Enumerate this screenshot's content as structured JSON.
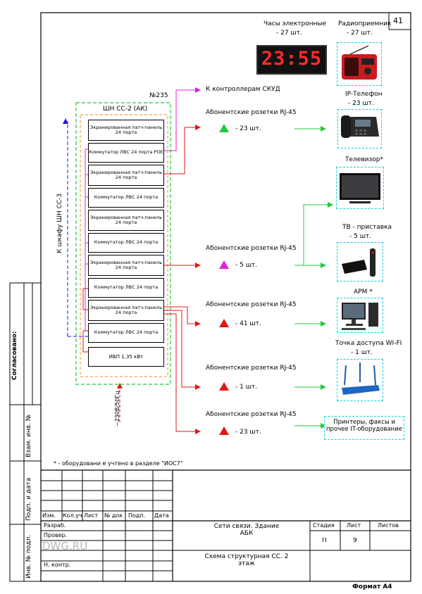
{
  "sheet": {
    "number": "41",
    "watermark": "DWG.RU",
    "format": "Формат А4"
  },
  "left_margin": {
    "agreed": "Согласовано:",
    "inv_rep": "Взам. инв. №",
    "sign_date": "Подп. и дата",
    "inv_orig": "Инв. № подл."
  },
  "cabinet": {
    "label": "ШН СС-2 (АК)",
    "number": "№235",
    "link": "К шкафу ШН СС-3",
    "power": "~230В/50Гц",
    "units": [
      "Экранированная патч-панель 24 порта",
      "Коммутатор ЛВС 24 порта POE",
      "Экранированная патч-панель 24 порта",
      "Коммутатор ЛВС 24 порта",
      "Экранированная патч-панель 24 порта",
      "Коммутатор ЛВС 24 порта",
      "Экранированная патч-панель 24 порта",
      "Коммутатор ЛВС 24 порта",
      "Экранированная патч-панель 24 порта",
      "Коммутатор ЛВС 24 порта",
      "ИБП 1,35 кВт"
    ]
  },
  "skud": "К контроллерам СКУД",
  "sockets": [
    {
      "label": "Абонентские розетки RJ-45",
      "count": "- 23 шт.",
      "color": "#22c83c"
    },
    {
      "label": "Абонентские розетки RJ-45",
      "count": "- 5 шт.",
      "color": "#e020e0"
    },
    {
      "label": "Абонентские розетки RJ-45",
      "count": "- 41 шт.",
      "color": "#e01818"
    },
    {
      "label": "Абонентские розетки RJ-45",
      "count": "- 1 шт.",
      "color": "#e01818"
    },
    {
      "label": "Абонентские розетки RJ-45",
      "count": "- 23 шт.",
      "color": "#e01818"
    }
  ],
  "devices": {
    "clock": {
      "title": "Часы электронные",
      "count": "- 27 шт.",
      "display": "23:55",
      "icon": "digital-clock-icon"
    },
    "radio": {
      "title": "Радиоприемник",
      "count": "- 27 шт.",
      "icon": "radio-icon"
    },
    "phone": {
      "title": "IP-Телефон",
      "count": "- 23 шт.",
      "icon": "ip-phone-icon"
    },
    "tv": {
      "title": "Телевизор*",
      "icon": "tv-icon"
    },
    "stb": {
      "title": "ТВ - приставка",
      "count": "- 5 шт.",
      "icon": "set-top-box-icon"
    },
    "arm": {
      "title": "АРМ *",
      "icon": "workstation-icon"
    },
    "wifi": {
      "title": "Точка доступа WI-FI",
      "count": "- 1 шт.",
      "icon": "wifi-router-icon"
    },
    "printers": {
      "title": "Принтеры, факсы и прочее IT-оборудование"
    }
  },
  "footnote": "* - оборудовани е учтено в разделе \"ИОС7\"",
  "title_block": {
    "headers": [
      "Изм.",
      "Кол.уч",
      "Лист",
      "№ док",
      "Подп.",
      "Дата"
    ],
    "roles": [
      "Разраб.",
      "Провер.",
      "",
      "Н. контр."
    ],
    "project": "Сети связи. Здание АБК",
    "drawing": "Схема структурная СС. 2 этаж",
    "stage_h": "Стадия",
    "sheet_h": "Лист",
    "sheets_h": "Листов",
    "stage": "П",
    "sheet": "9",
    "sheets": ""
  },
  "colors": {
    "red": "#e01818",
    "green": "#22c83c",
    "magenta": "#e020e0",
    "blue": "#1a1ae6",
    "cyan": "#12d0e0",
    "orange": "#f5a04a"
  }
}
